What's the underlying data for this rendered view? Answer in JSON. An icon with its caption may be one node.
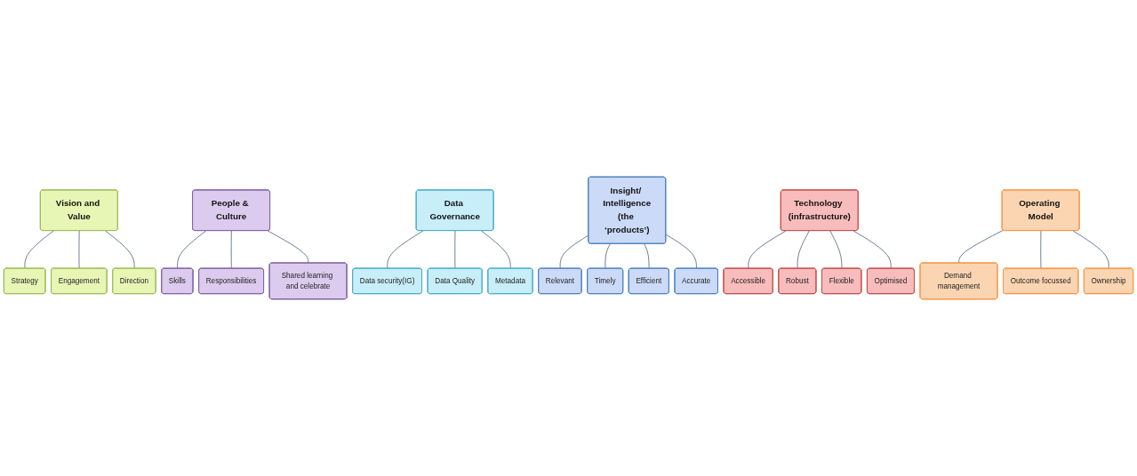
{
  "diagram": {
    "nodes": [
      {
        "text": [
          "Vision and Value"
        ]
      },
      {
        "text": [
          "Strategy"
        ]
      },
      {
        "text": [
          "Engagement"
        ]
      },
      {
        "text": [
          "Direction"
        ]
      },
      {
        "text": [
          "People & Culture"
        ]
      },
      {
        "text": [
          "Skills"
        ]
      },
      {
        "text": [
          "Responsibilities"
        ]
      },
      {
        "text": [
          "Shared learning and celebrate"
        ]
      },
      {
        "text": [
          "Data Governance"
        ]
      },
      {
        "text": [
          "Data security(IG)"
        ]
      },
      {
        "text": [
          "Data Quality"
        ]
      },
      {
        "text": [
          "Metadata"
        ]
      },
      {
        "text": [
          "Insight/ Intelligence",
          "(the ‘products’)"
        ]
      },
      {
        "text": [
          "Relevant"
        ]
      },
      {
        "text": [
          "Timely"
        ]
      },
      {
        "text": [
          "Efficient"
        ]
      },
      {
        "text": [
          "Accurate"
        ]
      },
      {
        "text": [
          "Technology (infrastructure)"
        ]
      },
      {
        "text": [
          "Accessible"
        ]
      },
      {
        "text": [
          "Robust"
        ]
      },
      {
        "text": [
          "Flexible"
        ]
      },
      {
        "text": [
          "Optimised"
        ]
      },
      {
        "text": [
          "Operating Model"
        ]
      },
      {
        "text": [
          "Demand management"
        ]
      },
      {
        "text": [
          "Outcome focussed"
        ]
      },
      {
        "text": [
          "Ownership"
        ]
      }
    ],
    "edges": [
      {
        "from": 0,
        "to": 1,
        "arrow": "none"
      },
      {
        "from": 0,
        "to": 2,
        "arrow": "none"
      },
      {
        "from": 0,
        "to": 3,
        "arrow": "none"
      },
      {
        "from": 4,
        "to": 5,
        "arrow": "none"
      },
      {
        "from": 4,
        "to": 6,
        "arrow": "none"
      },
      {
        "from": 4,
        "to": 7,
        "arrow": "none"
      },
      {
        "from": 8,
        "to": 9,
        "arrow": "none"
      },
      {
        "from": 8,
        "to": 10,
        "arrow": "none"
      },
      {
        "from": 8,
        "to": 11,
        "arrow": "none"
      },
      {
        "from": 12,
        "to": 13,
        "arrow": "none"
      },
      {
        "from": 12,
        "to": 14,
        "arrow": "none"
      },
      {
        "from": 12,
        "to": 15,
        "arrow": "none"
      },
      {
        "from": 12,
        "to": 16,
        "arrow": "none"
      },
      {
        "from": 17,
        "to": 18,
        "arrow": "none"
      },
      {
        "from": 17,
        "to": 19,
        "arrow": "none"
      },
      {
        "from": 17,
        "to": 20,
        "arrow": "none"
      },
      {
        "from": 17,
        "to": 21,
        "arrow": "none"
      },
      {
        "from": 22,
        "to": 23,
        "arrow": "none"
      },
      {
        "from": 22,
        "to": 24,
        "arrow": "none"
      },
      {
        "from": 22,
        "to": 25,
        "arrow": "none"
      }
    ]
  }
}
